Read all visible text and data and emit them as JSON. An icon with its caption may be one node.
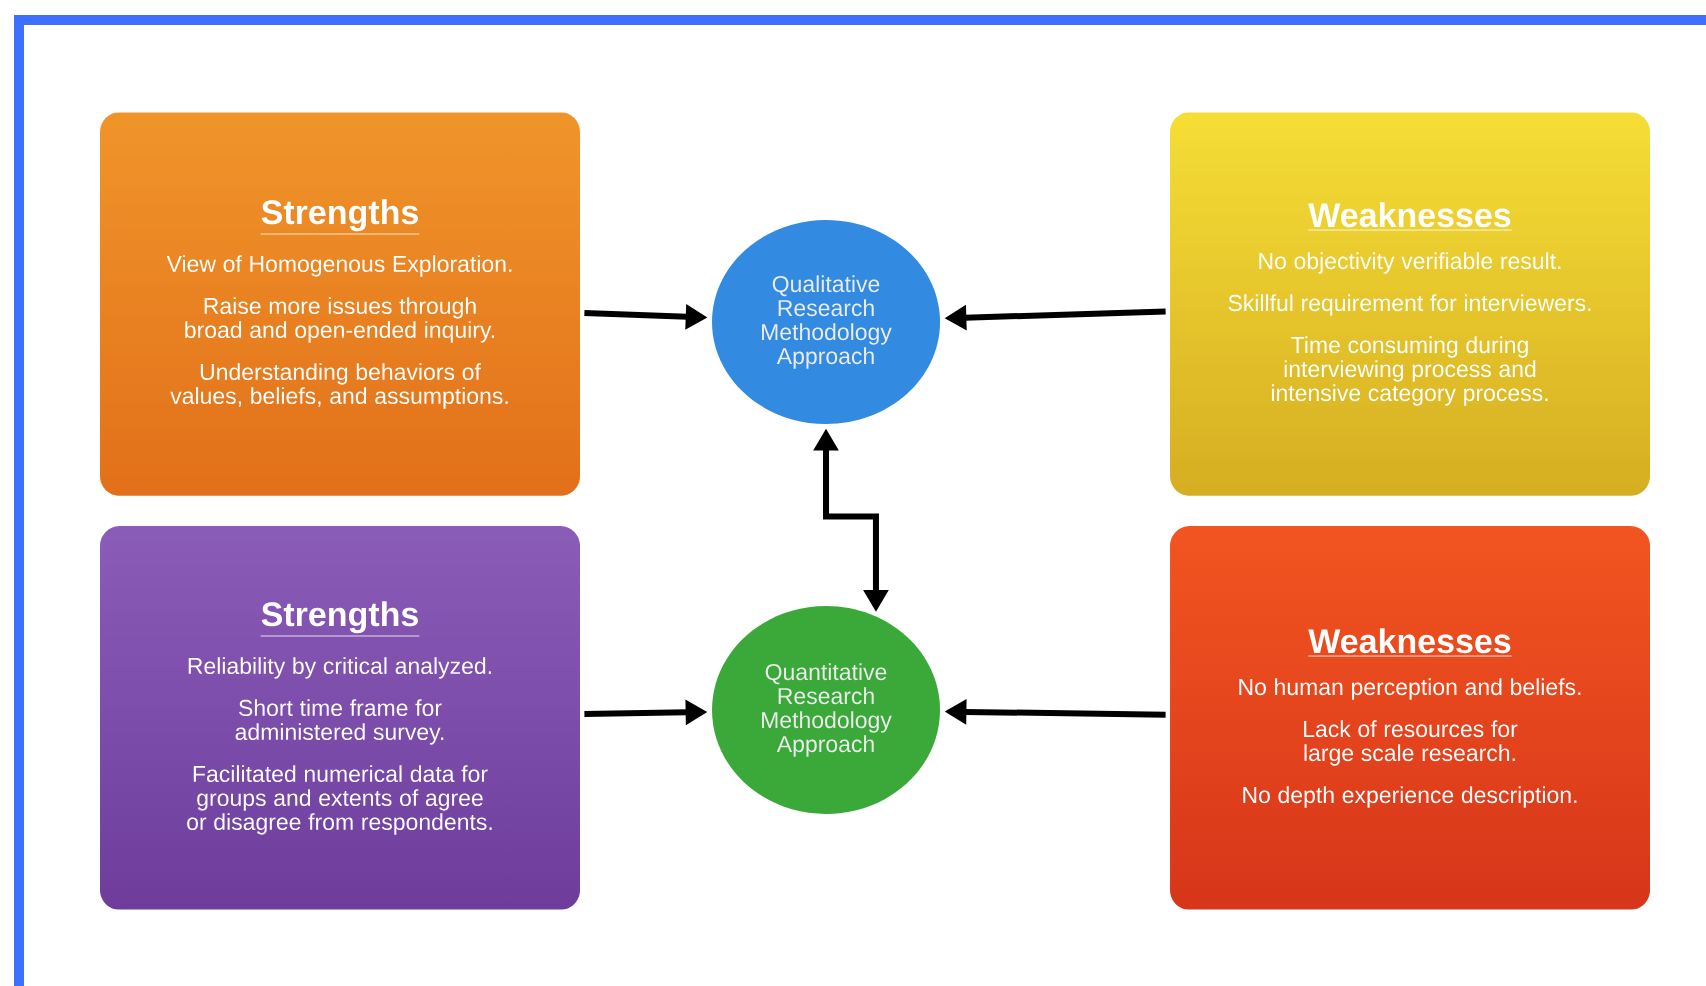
{
  "diagram": {
    "nodes": [
      {
        "text": [
          "Strengths",
          "View of Homogenous Exploration.",
          "Raise more issues through broad and open-ended inquiry.",
          "Understanding behaviors of values, beliefs, and assumptions."
        ]
      },
      {
        "text": [
          "Weaknesses",
          "No objectivity verifiable result.",
          "Skillful requirement for interviewers.",
          "Time consuming during interviewing process and intensive category process."
        ]
      },
      {
        "text": [
          "Qualitative Research Methodology Approach"
        ]
      },
      {
        "text": [
          "Strengths",
          "Reliability by critical analyzed.",
          "Short time frame for administered survey.",
          "Facilitated numerical data for groups and extents of agree or disagree from respondents."
        ]
      },
      {
        "text": [
          "Weaknesses",
          "No human perception and beliefs.",
          "Lack of resources for large scale research.",
          "No depth experience description."
        ]
      },
      {
        "text": [
          "Quantitative Research Methodology Approach"
        ]
      }
    ],
    "edges": [
      {
        "from": 0,
        "to": 2,
        "arrow": "to"
      },
      {
        "from": 1,
        "to": 2,
        "arrow": "to"
      },
      {
        "from": 2,
        "to": 5,
        "arrow": "both"
      },
      {
        "from": 3,
        "to": 5,
        "arrow": "to"
      },
      {
        "from": 4,
        "to": 5,
        "arrow": "to"
      }
    ]
  }
}
